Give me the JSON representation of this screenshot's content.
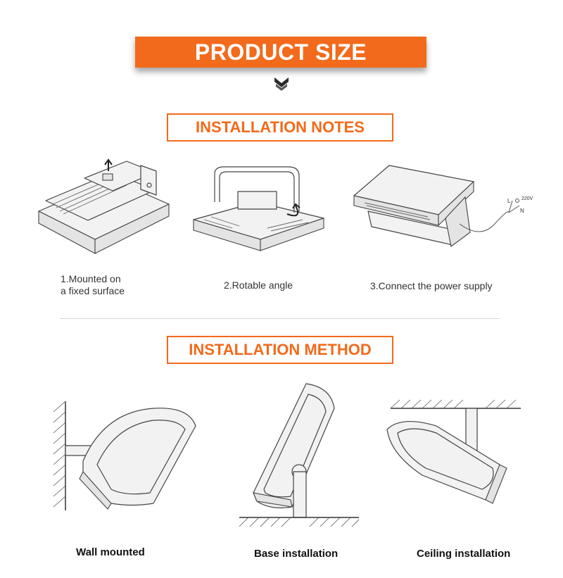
{
  "header": {
    "title": "PRODUCT SIZE"
  },
  "installation_notes": {
    "title": "INSTALLATION NOTES",
    "steps": [
      {
        "line1": "1.Mounted on",
        "line2": "a fixed surface"
      },
      {
        "line1": "2.Rotable angle"
      },
      {
        "line1": "3.Connect the power supply"
      }
    ],
    "wire_labels": {
      "l": "L",
      "n": "N",
      "voltage": "220V"
    }
  },
  "installation_method": {
    "title": "INSTALLATION METHOD",
    "methods": [
      {
        "label": "Wall mounted"
      },
      {
        "label": "Base installation"
      },
      {
        "label": "Ceiling installation"
      }
    ]
  },
  "colors": {
    "accent": "#f26a1b",
    "text": "#222222"
  }
}
